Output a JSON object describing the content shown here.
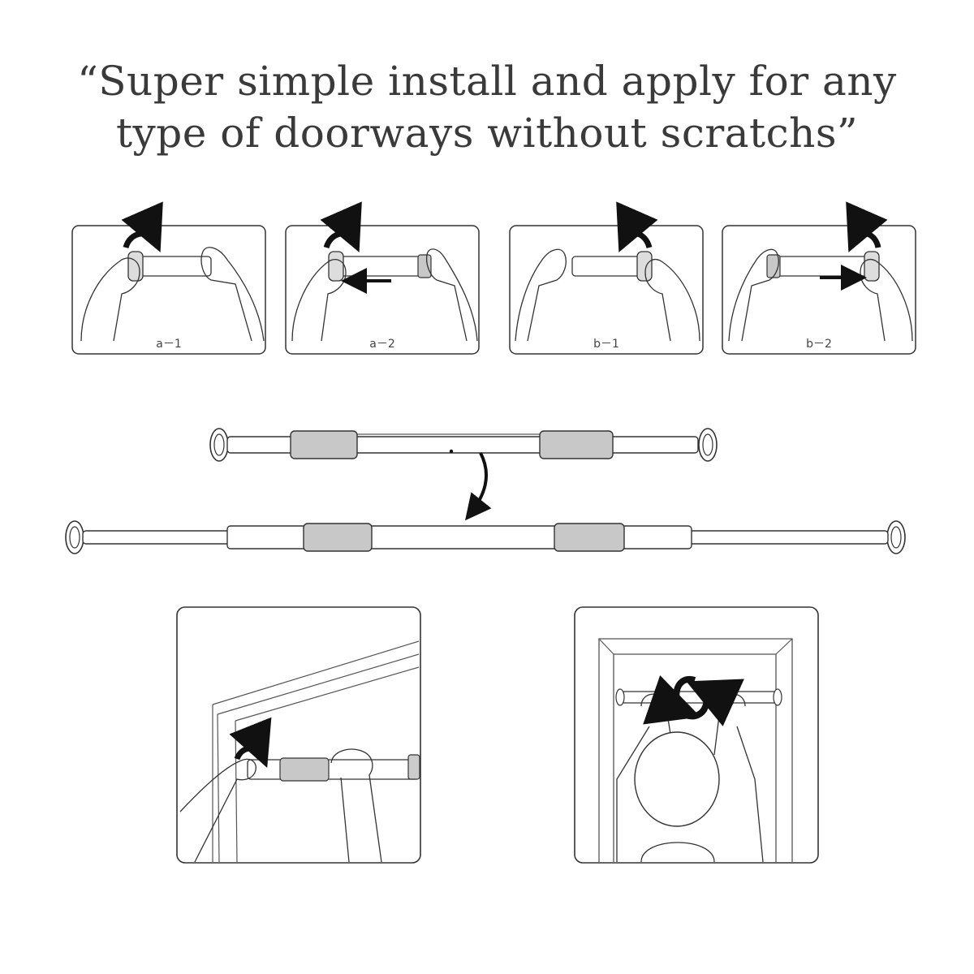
{
  "header": {
    "line1": "“Super simple install and apply for any",
    "line2": "type of doorways without scratchs”"
  },
  "steps": [
    {
      "label": "a－1"
    },
    {
      "label": "a－2"
    },
    {
      "label": "b－1"
    },
    {
      "label": "b－2"
    }
  ],
  "colors": {
    "line": "#333333",
    "pad": "#c8c8c8",
    "background": "#ffffff",
    "arrow": "#111111"
  }
}
